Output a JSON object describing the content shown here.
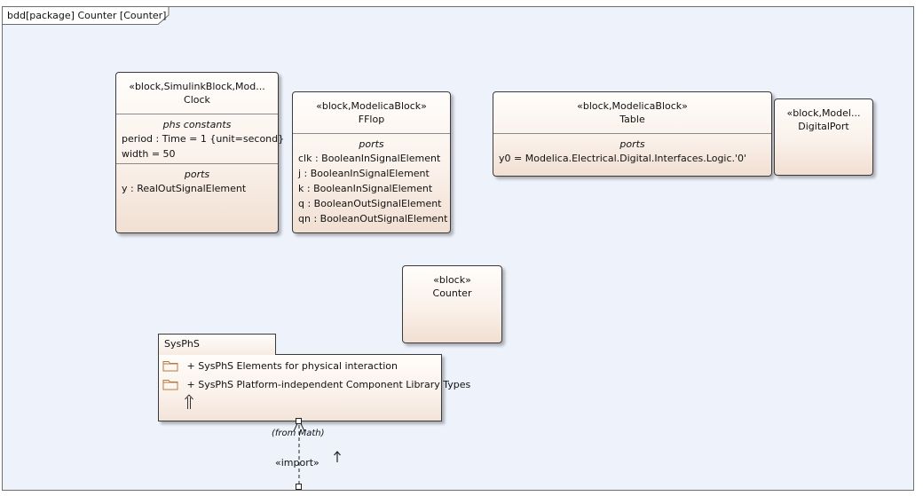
{
  "frame": {
    "title": "bdd[package] Counter [Counter]"
  },
  "blocks": {
    "clock": {
      "stereotype": "«block,SimulinkBlock,Mod...",
      "name": "Clock",
      "constants_title": "phs constants",
      "constants": [
        "period : Time = 1 {unit=second}",
        "width = 50"
      ],
      "ports_title": "ports",
      "ports": [
        "y : RealOutSignalElement"
      ]
    },
    "fflop": {
      "stereotype": "«block,ModelicaBlock»",
      "name": "FFlop",
      "ports_title": "ports",
      "ports": [
        "clk : BooleanInSignalElement",
        "j : BooleanInSignalElement",
        "k : BooleanInSignalElement",
        "q : BooleanOutSignalElement",
        "qn : BooleanOutSignalElement"
      ]
    },
    "table": {
      "stereotype": "«block,ModelicaBlock»",
      "name": "Table",
      "ports_title": "ports",
      "ports": [
        "y0 = Modelica.Electrical.Digital.Interfaces.Logic.'0'"
      ]
    },
    "digitalport": {
      "stereotype": "«block,Model...",
      "name": "DigitalPort"
    },
    "counter": {
      "stereotype": "«block»",
      "name": "Counter"
    }
  },
  "package": {
    "name": "SysPhS",
    "items": [
      "+ SysPhS Elements for physical interaction",
      "+ SysPhS Platform-independent Component Library Types"
    ],
    "from_label": "(from Math)",
    "icon": "package-import-icon",
    "folder_icon": "folder-icon"
  },
  "connector": {
    "label": "«import»",
    "kind": "dependency",
    "direction_icon": "up-arrow-icon"
  },
  "colors": {
    "frame_bg": "#eef2fb",
    "block_fill_top": "#fffdfb",
    "block_fill_bottom": "#f1dfd2",
    "border": "#3a3a3a"
  }
}
